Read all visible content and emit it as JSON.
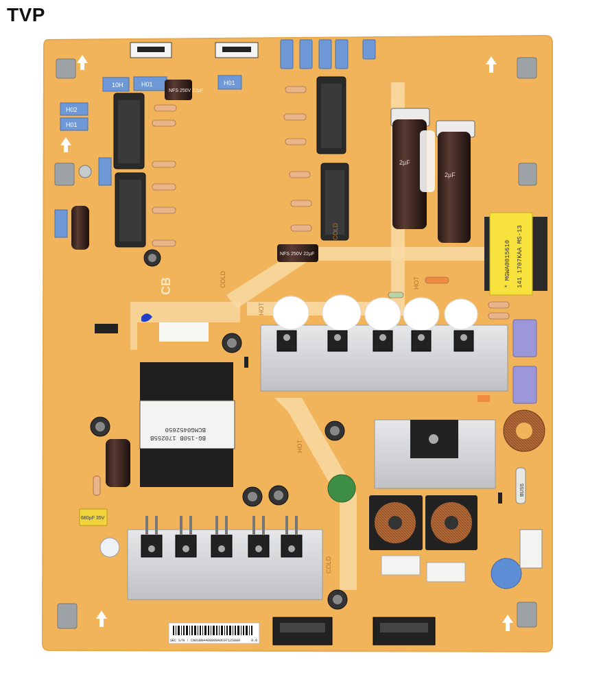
{
  "header": {
    "logo": "TVP"
  },
  "board": {
    "transformer_label_line1": "* MGWA0015610",
    "transformer_label_line2": "141 1707KAA MS-13",
    "center_transformer_line1": "BG-150B 170255B",
    "center_transformer_line2": "BCMG0452650",
    "silkscreen_cb": "CB",
    "silkscreen_cold_1": "COLD",
    "silkscreen_cold_2": "COLD",
    "silkscreen_cold_3": "COLD",
    "silkscreen_hot_1": "HOT",
    "silkscreen_hot_2": "HOT",
    "silkscreen_hot_3": "HOT",
    "fuse_label": "BUSS",
    "barcode_text": "SEC S/N : CN01BN4400899A0C0712S0A0",
    "barcode_rev": "9.9",
    "small_cap_label": "H01",
    "small_cap_label_2": "10H",
    "small_cap_label_3": "H02",
    "elec_cap_label": "NFS 250V 22µF",
    "big_cap_label": "2µF",
    "yellow_cap_label": "680µF 35V"
  },
  "colors": {
    "pcb": "#f2b860",
    "pcb_light": "#f7cf8a",
    "pcb_dark": "#e5a44c",
    "heatsink": "#d9dadc",
    "blue_cap": "#6f98d6",
    "resistor": "#e9b487"
  }
}
